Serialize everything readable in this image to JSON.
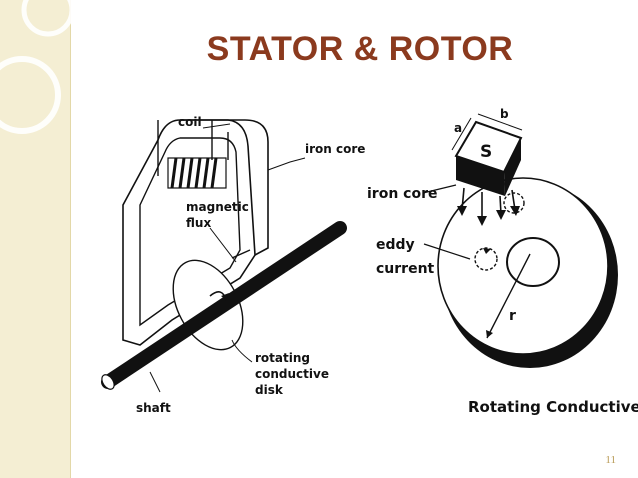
{
  "slide": {
    "title": "STATOR & ROTOR",
    "number": "11"
  },
  "left_diagram": {
    "coil": "coil",
    "iron_core": "iron core",
    "magnetic": "magnetic",
    "flux": "flux",
    "rotating": "rotating",
    "conductive": "conductive",
    "disk": "disk",
    "shaft": "shaft"
  },
  "right_diagram": {
    "magnet_pole": "S",
    "dim_a": "a",
    "dim_b": "b",
    "iron_core": "iron core",
    "eddy": "eddy",
    "current": "current",
    "radius": "r",
    "caption": "Rotating Conductive Disk"
  },
  "colors": {
    "title": "#8b3a1e",
    "band": "#f4eed3"
  }
}
